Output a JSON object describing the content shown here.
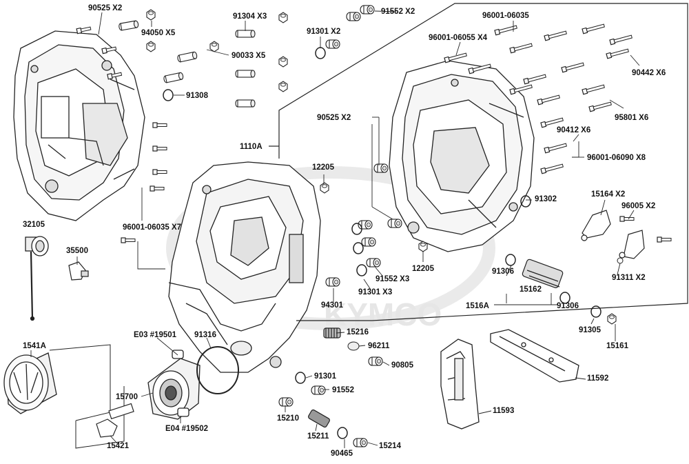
{
  "diagram": {
    "watermark": "KYMCO",
    "labels": {
      "p90525_x2_top": "90525 X2",
      "p94050_x5": "94050 X5",
      "p91304_x3": "91304 X3",
      "p91301_x2_top": "91301 X2",
      "p91552_x2": "91552 X2",
      "p96001_06035": "96001-06035",
      "p96001_06055_x4": "96001-06055 X4",
      "p90033_x5": "90033 X5",
      "p91308": "91308",
      "p90442_x6": "90442 X6",
      "p90525_x2_mid": "90525 X2",
      "p95801_x6": "95801 X6",
      "p1110a": "1110A",
      "p90412_x6": "90412 X6",
      "p96001_06090_x8": "96001-06090 X8",
      "p12205_upper": "12205",
      "p32105": "32105",
      "p96001_06035_x7": "96001-06035 X7",
      "p91302": "91302",
      "p15164_x2": "15164 X2",
      "p96005_x2": "96005 X2",
      "p35500": "35500",
      "p12205_lower": "12205",
      "p91552_x3": "91552 X3",
      "p91301_x3": "91301 X3",
      "p91306_a": "91306",
      "p91311_x2": "91311 X2",
      "p15162": "15162",
      "p94301": "94301",
      "p1516a": "1516A",
      "p91306_b": "91306",
      "p91305": "91305",
      "p15161": "15161",
      "p1541a": "1541A",
      "pe03": "E03 #19501",
      "p91316": "91316",
      "p15216": "15216",
      "p96211": "96211",
      "p90805": "90805",
      "p11592": "11592",
      "p91301_lower": "91301",
      "p15700": "15700",
      "p91552_lower": "91552",
      "p11593": "11593",
      "p15210": "15210",
      "pe04": "E04 #19502",
      "p15421": "15421",
      "p15211": "15211",
      "p90465": "90465",
      "p15214": "15214"
    }
  }
}
